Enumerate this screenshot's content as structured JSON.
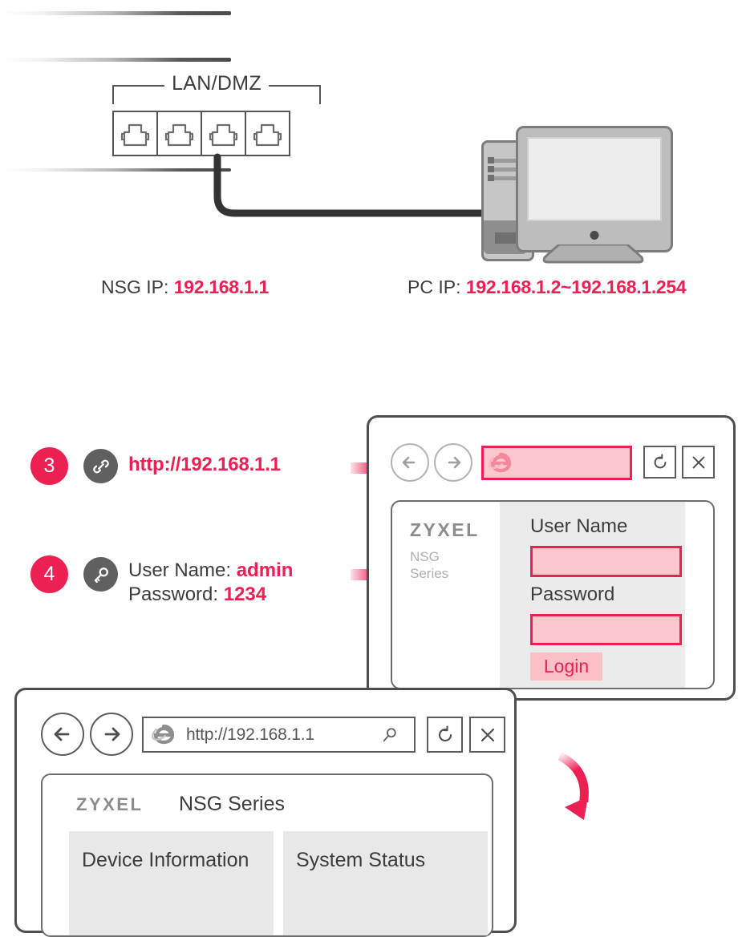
{
  "diagram": {
    "title": "NSG Series quick-start connection and login diagram",
    "accent_color": "#ec2053",
    "device": {
      "port_group_label": "LAN/DMZ",
      "ports": [
        "port-1",
        "port-2",
        "port-3",
        "port-4"
      ]
    },
    "captions": {
      "nsg_ip_label": "NSG IP:",
      "nsg_ip_value": "192.168.1.1",
      "pc_ip_label": "PC IP:",
      "pc_ip_value": "192.168.1.2~192.168.1.254"
    },
    "steps": [
      {
        "number": "3",
        "icon": "link-icon",
        "link": "http://192.168.1.1"
      },
      {
        "number": "4",
        "icon": "key-icon",
        "line1_label": "User Name:",
        "line1_value": "admin",
        "line2_label": "Password:",
        "line2_value": "1234"
      }
    ],
    "login_window": {
      "back_icon": "arrow-left-icon",
      "forward_icon": "arrow-right-icon",
      "browser_icon": "internet-explorer-icon",
      "address_value": "",
      "refresh_icon": "refresh-icon",
      "close_icon": "close-icon",
      "brand": "ZYXEL",
      "series_line1": "NSG",
      "series_line2": "Series",
      "username_label": "User Name",
      "username_value": "",
      "password_label": "Password",
      "password_value": "",
      "login_button": "Login"
    },
    "dashboard_window": {
      "back_icon": "arrow-left-icon",
      "forward_icon": "arrow-right-icon",
      "browser_icon": "internet-explorer-icon",
      "address_value": "http://192.168.1.1",
      "search_icon": "search-icon",
      "refresh_icon": "refresh-icon",
      "close_icon": "close-icon",
      "brand": "ZYXEL",
      "series": "NSG Series",
      "cards": [
        {
          "title": "Device Information"
        },
        {
          "title": "System Status"
        }
      ]
    }
  }
}
